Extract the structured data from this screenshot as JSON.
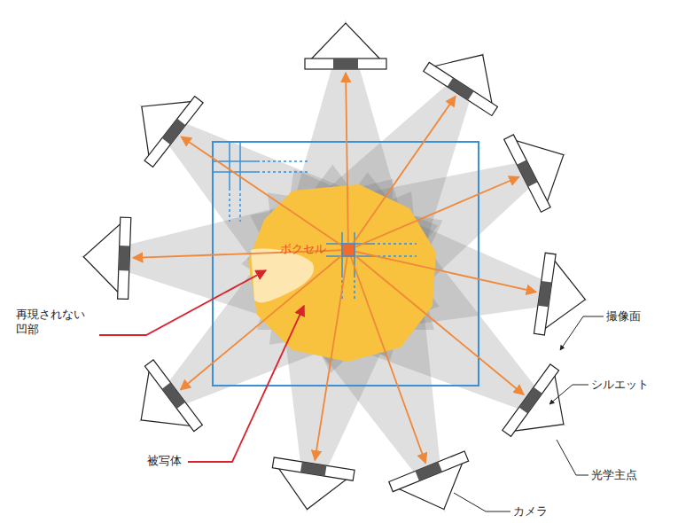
{
  "diagram": {
    "labels": [
      "ボクセル",
      "再現されない 凹部",
      "被写体",
      "撮像面",
      "シルエット",
      "光学主点",
      "カメラ"
    ]
  }
}
